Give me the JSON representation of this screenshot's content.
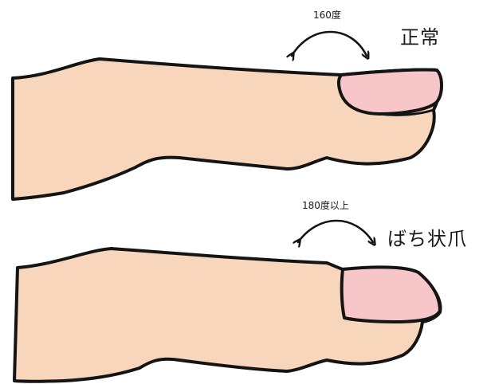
{
  "normal": {
    "angle_label": "160度",
    "title": "正常"
  },
  "clubbed": {
    "angle_label": "180度以上",
    "title": "ばち状爪"
  },
  "colors": {
    "skin": "#f7d6bb",
    "nail": "#f7c6c8",
    "outline": "#141414",
    "background": "#ffffff"
  },
  "icons": [
    "curved-double-arrow-icon",
    "curved-double-arrow-icon"
  ]
}
